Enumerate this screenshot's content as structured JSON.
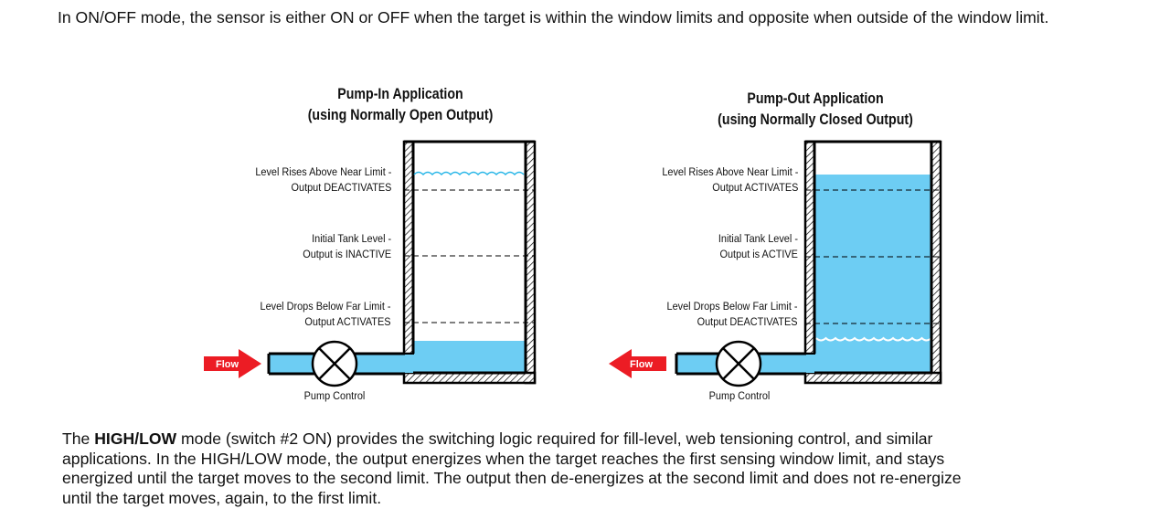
{
  "intro_text": "In ON/OFF mode, the sensor is either ON or OFF when the target is within the window limits and opposite when outside of the window limit.",
  "colors": {
    "water": "#6dcdf3",
    "wave_line": "#29b6e8",
    "flow_arrow": "#ec1c24",
    "outline": "#000000"
  },
  "diagrams": [
    {
      "id": "pump-in",
      "title_line1": "Pump-In Application",
      "title_line2": "(using Normally Open Output)",
      "labels": [
        {
          "line1": "Level Rises Above Near Limit -",
          "line2": "Output DEACTIVATES"
        },
        {
          "line1": "Initial Tank Level -",
          "line2": "Output is INACTIVE"
        },
        {
          "line1": "Level Drops Below Far Limit -",
          "line2": "Output ACTIVATES"
        }
      ],
      "flow_label": "Flow",
      "flow_direction": "into tank",
      "pump_label": "Pump Control",
      "fill_state": "low (below far limit)"
    },
    {
      "id": "pump-out",
      "title_line1": "Pump-Out Application",
      "title_line2": "(using Normally Closed Output)",
      "labels": [
        {
          "line1": "Level Rises Above Near Limit -",
          "line2": "Output ACTIVATES"
        },
        {
          "line1": "Initial Tank Level -",
          "line2": "Output is ACTIVE"
        },
        {
          "line1": "Level Drops Below Far Limit -",
          "line2": "Output DEACTIVATES"
        }
      ],
      "flow_label": "Flow",
      "flow_direction": "out of tank",
      "pump_label": "Pump Control",
      "fill_state": "high (above near limit)"
    }
  ],
  "highlow": {
    "prefix": "The ",
    "bold": "HIGH/LOW",
    "rest_line1": " mode (switch #2 ON) provides the switching logic required for fill-level, web tensioning control, and similar",
    "line2": "applications. In the HIGH/LOW mode, the output energizes when the target reaches the first sensing window limit, and stays",
    "line3": "energized until the target moves to the second limit. The output then de-energizes at the second limit and does not re-energize",
    "line4": "until the target moves, again, to the first limit."
  }
}
